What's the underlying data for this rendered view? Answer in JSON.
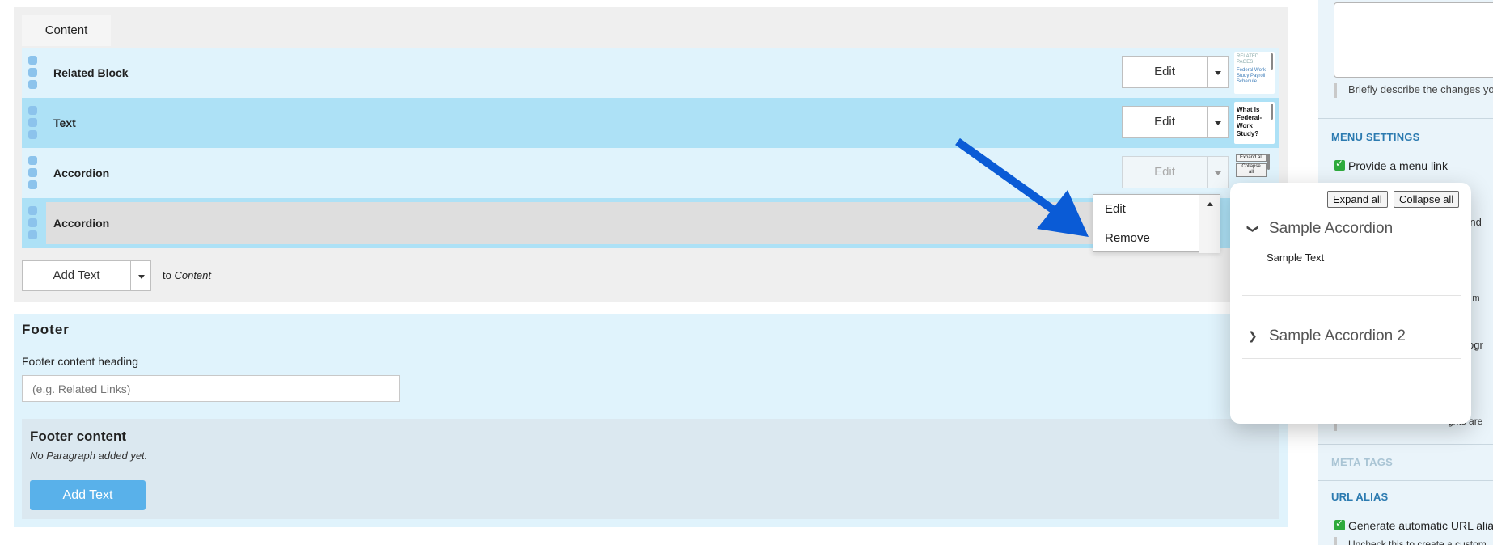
{
  "content_section": {
    "tab_label": "Content",
    "rows": [
      {
        "label": "Related Block",
        "edit_label": "Edit",
        "thumb": "related"
      },
      {
        "label": "Text",
        "edit_label": "Edit",
        "thumb": "text"
      },
      {
        "label": "Accordion",
        "edit_label": "Edit",
        "thumb": "accordion"
      },
      {
        "label": "Accordion"
      }
    ],
    "thumbnails": {
      "related": {
        "lines": [
          "RELATED",
          "PAGES",
          "Federal Work-",
          "Study Payroll",
          "Schedule"
        ]
      },
      "text": {
        "lines": [
          "What Is",
          "Federal-",
          "Work",
          "Study?"
        ]
      },
      "accordion": {
        "buttons": [
          "Expand all",
          "Collapse",
          "all"
        ]
      }
    },
    "add": {
      "button_label": "Add Text",
      "to_prefix": "to",
      "to_target": "Content"
    }
  },
  "dropdown_menu": {
    "items": [
      "Edit",
      "Remove"
    ]
  },
  "footer": {
    "title": "Footer",
    "heading_label": "Footer content heading",
    "heading_placeholder": "(e.g. Related Links)",
    "content_title": "Footer content",
    "content_empty": "No Paragraph added yet.",
    "add_label": "Add Text"
  },
  "accordion_preview": {
    "expand_all": "Expand all",
    "collapse_all": "Collapse all",
    "items": [
      {
        "title": "Sample Accordion",
        "expanded": true,
        "body": "Sample Text"
      },
      {
        "title": "Sample Accordion 2",
        "expanded": false
      }
    ]
  },
  "sidebar": {
    "revision_help": "Briefly describe the changes you",
    "menu_settings": "MENU SETTINGS",
    "provide_menu_link": "Provide a menu link",
    "peek_texts": [
      "s and",
      "the m",
      "Progr",
      "ghts are"
    ],
    "meta_tags": "META TAGS",
    "url_alias": "URL ALIAS",
    "generate_alias": "Generate automatic URL alia",
    "alias_help": "Uncheck this to create a custom"
  },
  "colors": {
    "row_light": "#e0f3fc",
    "row_highlight": "#ade1f6",
    "drag_handle": "#8cc3ec",
    "footer_button": "#59b1ea",
    "sidebar_heading": "#2b7ab0",
    "annotation_arrow": "#0a5bd6"
  }
}
